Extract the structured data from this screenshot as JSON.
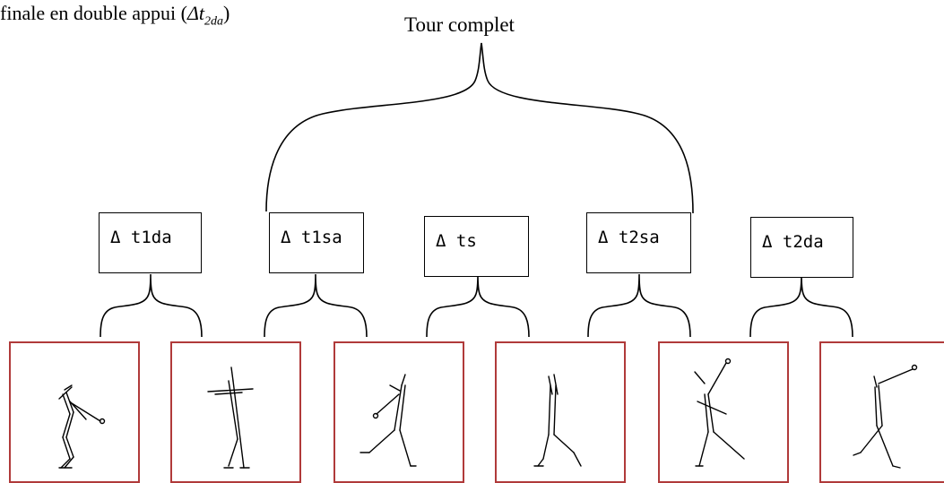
{
  "caption": {
    "text": "finale en double appui (",
    "symbol": "Δt",
    "subscript": "2da",
    "close": ")"
  },
  "title": "Tour complet",
  "intervals": [
    {
      "label": "Δ t1da"
    },
    {
      "label": "Δ t1sa"
    },
    {
      "label": "Δ ts"
    },
    {
      "label": "Δ t2sa"
    },
    {
      "label": "Δ t2da"
    }
  ],
  "frames": [
    {
      "figure": "stick-figure-1"
    },
    {
      "figure": "stick-figure-2"
    },
    {
      "figure": "stick-figure-3"
    },
    {
      "figure": "stick-figure-4"
    },
    {
      "figure": "stick-figure-5"
    },
    {
      "figure": "stick-figure-6"
    }
  ],
  "colors": {
    "frame_border": "#b03a3a",
    "line": "#000000"
  }
}
